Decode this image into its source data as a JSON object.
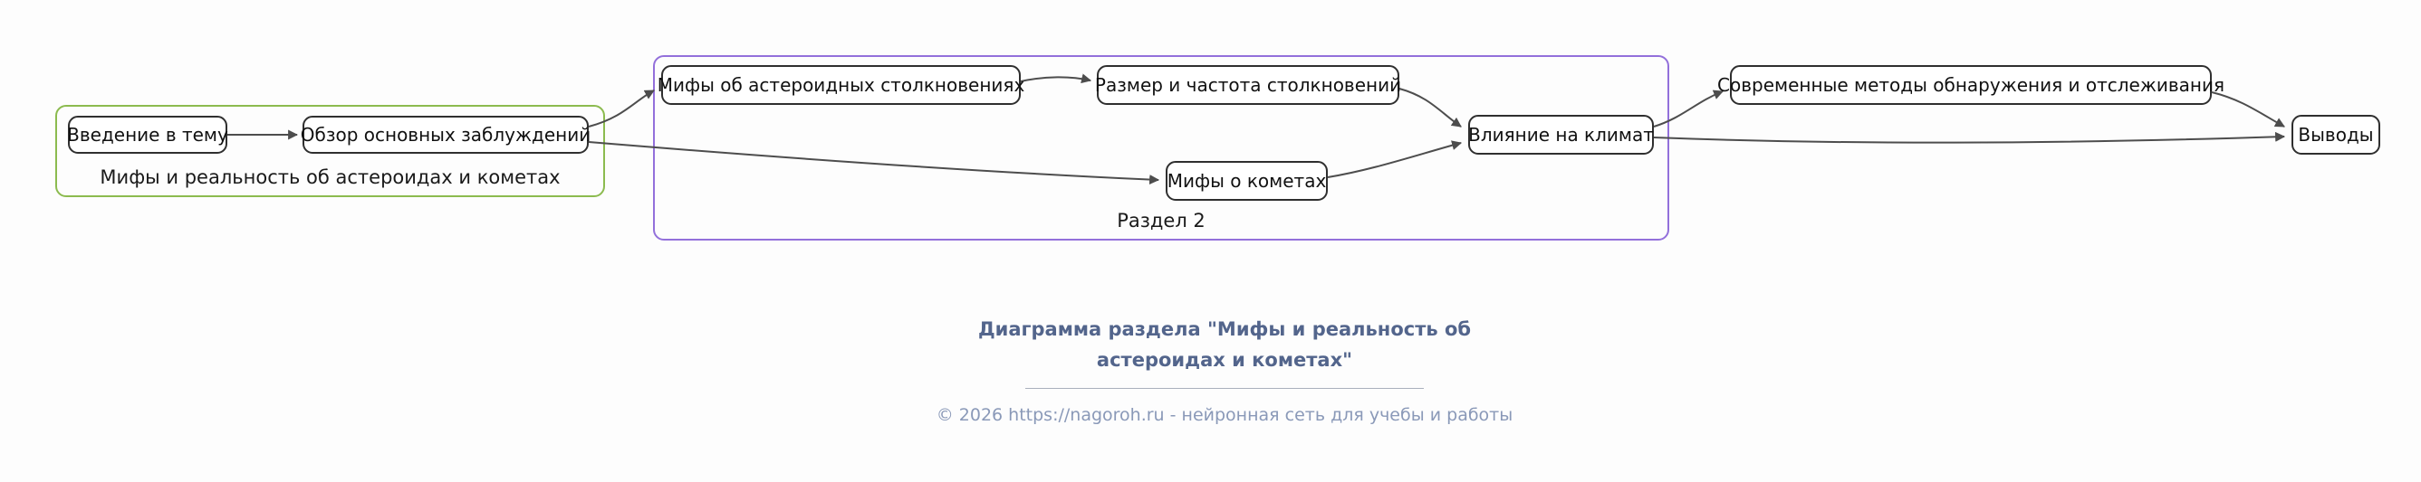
{
  "page": {
    "background": "#fdfdfd"
  },
  "diagram": {
    "type": "flowchart",
    "groups": [
      {
        "id": "section-1",
        "label": "Мифы и реальность об астероидах и кометах",
        "border_color": "#8cbb4f"
      },
      {
        "id": "section-2",
        "label": "Раздел 2",
        "border_color": "#9370db"
      }
    ],
    "nodes": [
      {
        "id": "intro",
        "label": "Введение в тему",
        "group": "section-1"
      },
      {
        "id": "overview",
        "label": "Обзор основных заблуждений",
        "group": "section-1"
      },
      {
        "id": "asteroid-myths",
        "label": "Мифы об астероидных столкновениях",
        "group": "section-2"
      },
      {
        "id": "size-frequency",
        "label": "Размер и частота столкновений",
        "group": "section-2"
      },
      {
        "id": "comet-myths",
        "label": "Мифы о кометах",
        "group": "section-2"
      },
      {
        "id": "climate",
        "label": "Влияние на климат",
        "group": "section-2"
      },
      {
        "id": "detection",
        "label": "Современные методы обнаружения и отслеживания",
        "group": null
      },
      {
        "id": "conclusions",
        "label": "Выводы",
        "group": null
      }
    ],
    "edges": [
      {
        "from": "intro",
        "to": "overview"
      },
      {
        "from": "overview",
        "to": "asteroid-myths"
      },
      {
        "from": "overview",
        "to": "comet-myths"
      },
      {
        "from": "asteroid-myths",
        "to": "size-frequency"
      },
      {
        "from": "size-frequency",
        "to": "climate"
      },
      {
        "from": "comet-myths",
        "to": "climate"
      },
      {
        "from": "climate",
        "to": "detection"
      },
      {
        "from": "climate",
        "to": "conclusions"
      },
      {
        "from": "detection",
        "to": "conclusions"
      }
    ],
    "node_style": {
      "fill": "#ffffff",
      "border": "#2f2f2f",
      "text": "#111111"
    },
    "edge_color": "#4d4d4d"
  },
  "caption": {
    "title_line1": "Диаграмма раздела \"Мифы и реальность об",
    "title_line2": "астероидах и кометах\"",
    "title_color": "#53658c",
    "footer": "© 2026 https://nagoroh.ru - нейронная сеть для учебы и работы",
    "footer_color": "#8a99b8"
  }
}
